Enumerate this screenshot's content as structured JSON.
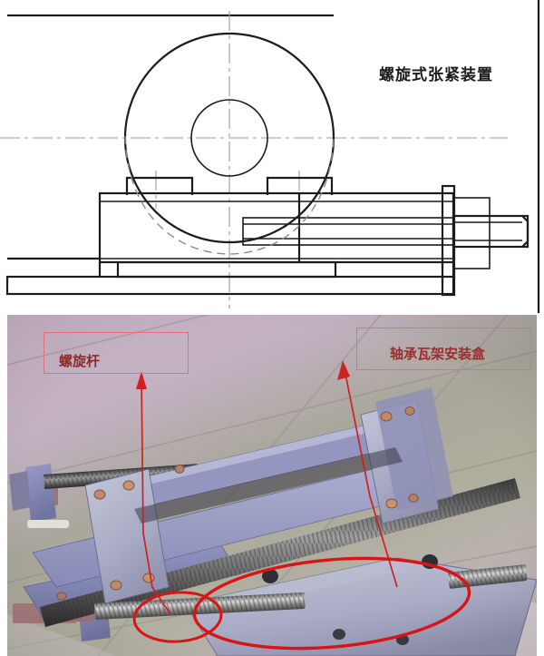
{
  "document": {
    "type": "technical-illustration",
    "panes": [
      "engineering-drawing",
      "photograph"
    ]
  },
  "drawing": {
    "title": "螺旋式张紧装置",
    "title_pinyin_note": "",
    "line_color": "#1a1a1a",
    "centerline_color": "#9a9a9a",
    "components": [
      "large-outer-circle",
      "inner-bore-circle",
      "housing-block",
      "base-plate",
      "threaded-rod",
      "nut-flange",
      "dashed-hidden-arc"
    ]
  },
  "photo": {
    "background_color": "#b9a8b5",
    "metal_color": "#8e90b8",
    "annotation_color": "#cc2222",
    "labels": [
      {
        "id": "screw-rod",
        "text": "螺旋杆"
      },
      {
        "id": "bearing-bracket-box",
        "text": "轴承瓦架安装盒"
      }
    ],
    "highlights": [
      {
        "id": "small-ellipse",
        "target": "螺旋杆"
      },
      {
        "id": "large-ellipse",
        "target": "轴承瓦架安装盒"
      }
    ]
  }
}
